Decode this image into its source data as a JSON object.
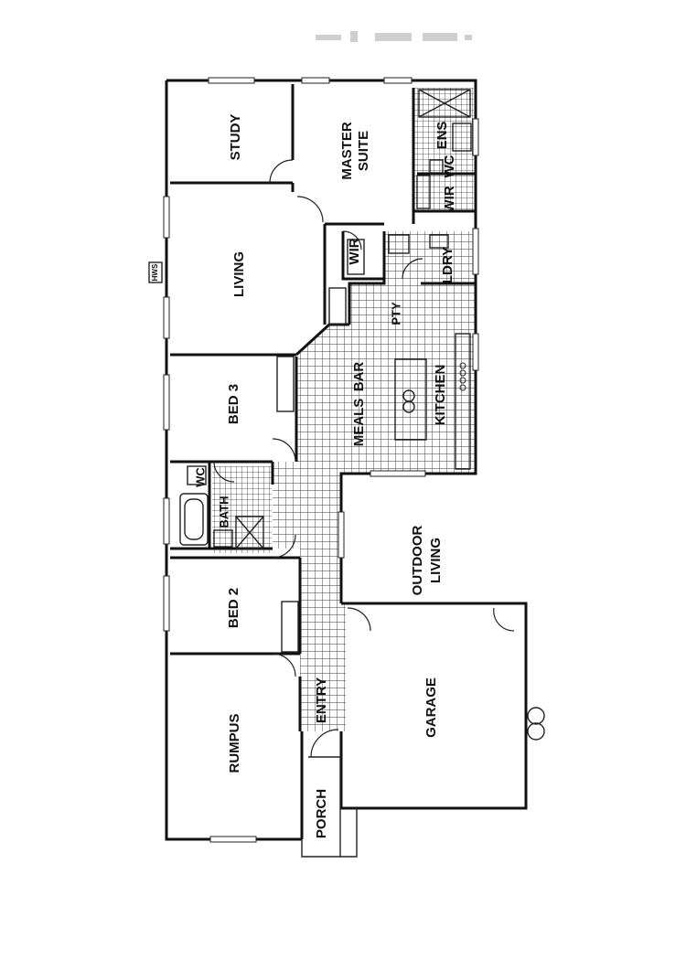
{
  "rooms": {
    "study": "STUDY",
    "master_suite": [
      "MASTER",
      "SUITE"
    ],
    "ens": "ENS",
    "wc_ensuite": "WC",
    "wir_ensuite": "WIR",
    "wir_hall": "WIR",
    "ldry": "LDRY",
    "living": "LIVING",
    "pty": "PTY",
    "meals": "MEALS",
    "bar": "BAR",
    "kitchen": "KITCHEN",
    "bed3": "BED 3",
    "wc_bath": "WC",
    "bath": "BATH",
    "outdoor_living": [
      "OUTDOOR",
      "LIVING"
    ],
    "bed2": "BED 2",
    "entry": "ENTRY",
    "garage": "GARAGE",
    "rumpus": "RUMPUS",
    "porch": "PORCH",
    "hws": "HWS"
  },
  "colors": {
    "wall": "#111111",
    "tile": "#333333",
    "background": "#ffffff"
  }
}
